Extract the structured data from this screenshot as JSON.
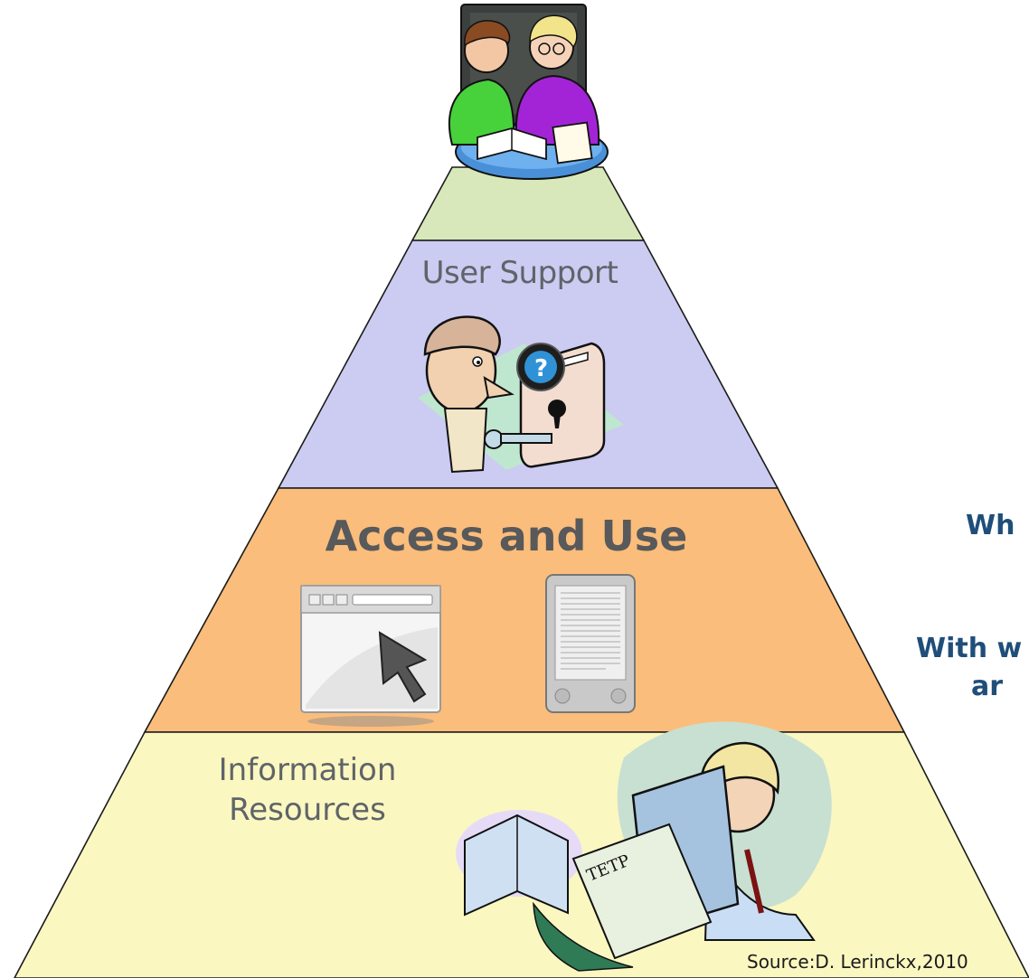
{
  "layers": {
    "user_support": "User Support",
    "access_and_use": "Access and Use",
    "information_resources_line1": "Information",
    "information_resources_line2": "Resources"
  },
  "side_text": {
    "line1": "Wh",
    "line2": "With w",
    "line3": "ar"
  },
  "source": "Source:D. Lerinckx,2010",
  "colors": {
    "top_layer": "#d8e8bb",
    "user_support_layer": "#cccbf2",
    "access_layer": "#fbbd7b",
    "resources_layer": "#fbf7c0",
    "outline": "#1a1a1a",
    "label_gray": "#5f6469",
    "side_text_blue": "#1f4e79"
  },
  "icons": {
    "apex": "students-studying-icon",
    "user_support": "man-with-key-door-icon",
    "access_1": "browser-window-cursor-icon",
    "access_2": "ebook-reader-icon",
    "resources": "librarian-with-books-icon"
  },
  "ebook_text_mark": "TETP"
}
